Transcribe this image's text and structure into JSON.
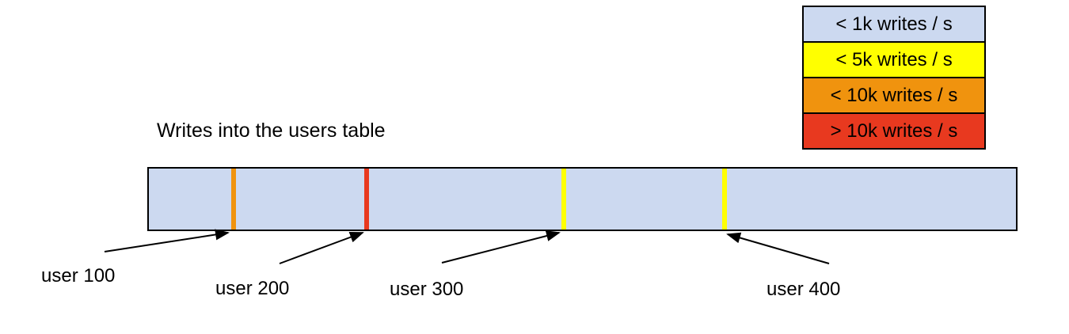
{
  "title": "Writes into the users table",
  "legend": {
    "items": [
      {
        "label": "< 1k writes / s",
        "color": "#ccd9f0"
      },
      {
        "label": "< 5k writes / s",
        "color": "#ffff00"
      },
      {
        "label": "< 10k writes / s",
        "color": "#f0930e"
      },
      {
        "label": "> 10k writes / s",
        "color": "#e8391f"
      }
    ]
  },
  "bar": {
    "fill": "#ccd9f0",
    "border": "#000000"
  },
  "markers": [
    {
      "user": "user 100",
      "rate": "< 10k writes / s",
      "color": "#f0930e",
      "left": "9.5%"
    },
    {
      "user": "user 200",
      "rate": "> 10k writes / s",
      "color": "#e8391f",
      "left": "24.8%"
    },
    {
      "user": "user 300",
      "rate": "< 5k writes / s",
      "color": "#ffff00",
      "left": "47.6%"
    },
    {
      "user": "user 400",
      "rate": "< 5k writes / s",
      "color": "#ffff00",
      "left": "66.1%"
    }
  ]
}
